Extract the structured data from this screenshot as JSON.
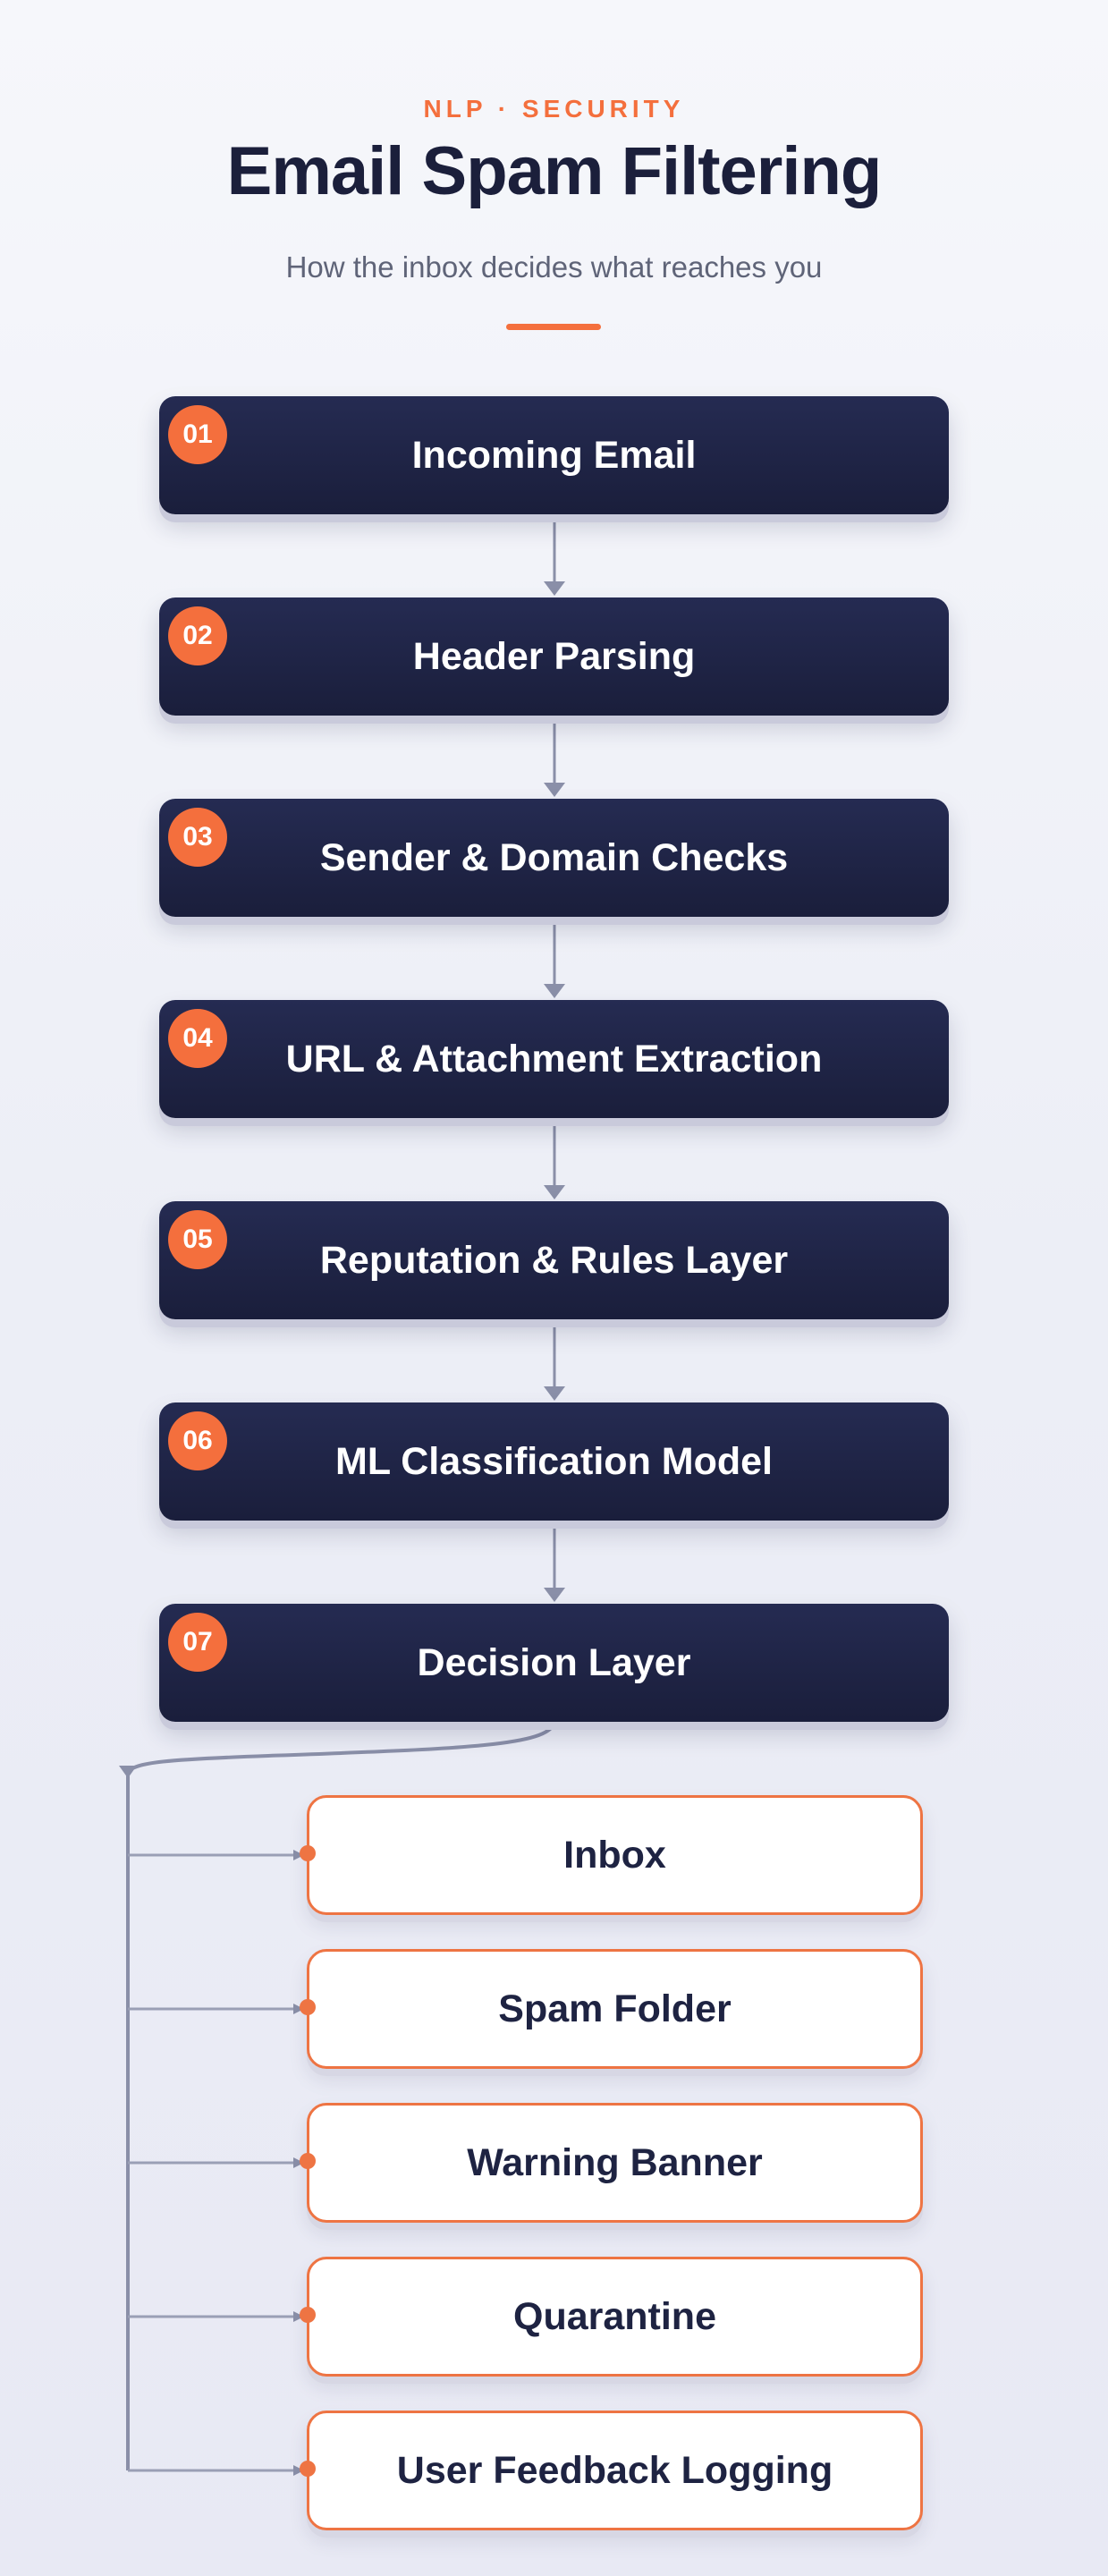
{
  "header": {
    "eyebrow": "NLP · SECURITY",
    "title": "Email Spam Filtering",
    "subtitle": "How the inbox decides what reaches you"
  },
  "steps": [
    {
      "number": "01",
      "label": "Incoming Email"
    },
    {
      "number": "02",
      "label": "Header Parsing"
    },
    {
      "number": "03",
      "label": "Sender & Domain Checks"
    },
    {
      "number": "04",
      "label": "URL & Attachment Extraction"
    },
    {
      "number": "05",
      "label": "Reputation & Rules Layer"
    },
    {
      "number": "06",
      "label": "ML Classification Model"
    },
    {
      "number": "07",
      "label": "Decision Layer"
    }
  ],
  "outcomes": [
    {
      "label": "Inbox"
    },
    {
      "label": "Spam Folder"
    },
    {
      "label": "Warning Banner"
    },
    {
      "label": "Quarantine"
    },
    {
      "label": "User Feedback Logging"
    }
  ],
  "colors": {
    "accent": "#f46f3d",
    "step_fill": "#1f2447",
    "connector": "#8a8fa8",
    "title": "#1b1f3b"
  }
}
